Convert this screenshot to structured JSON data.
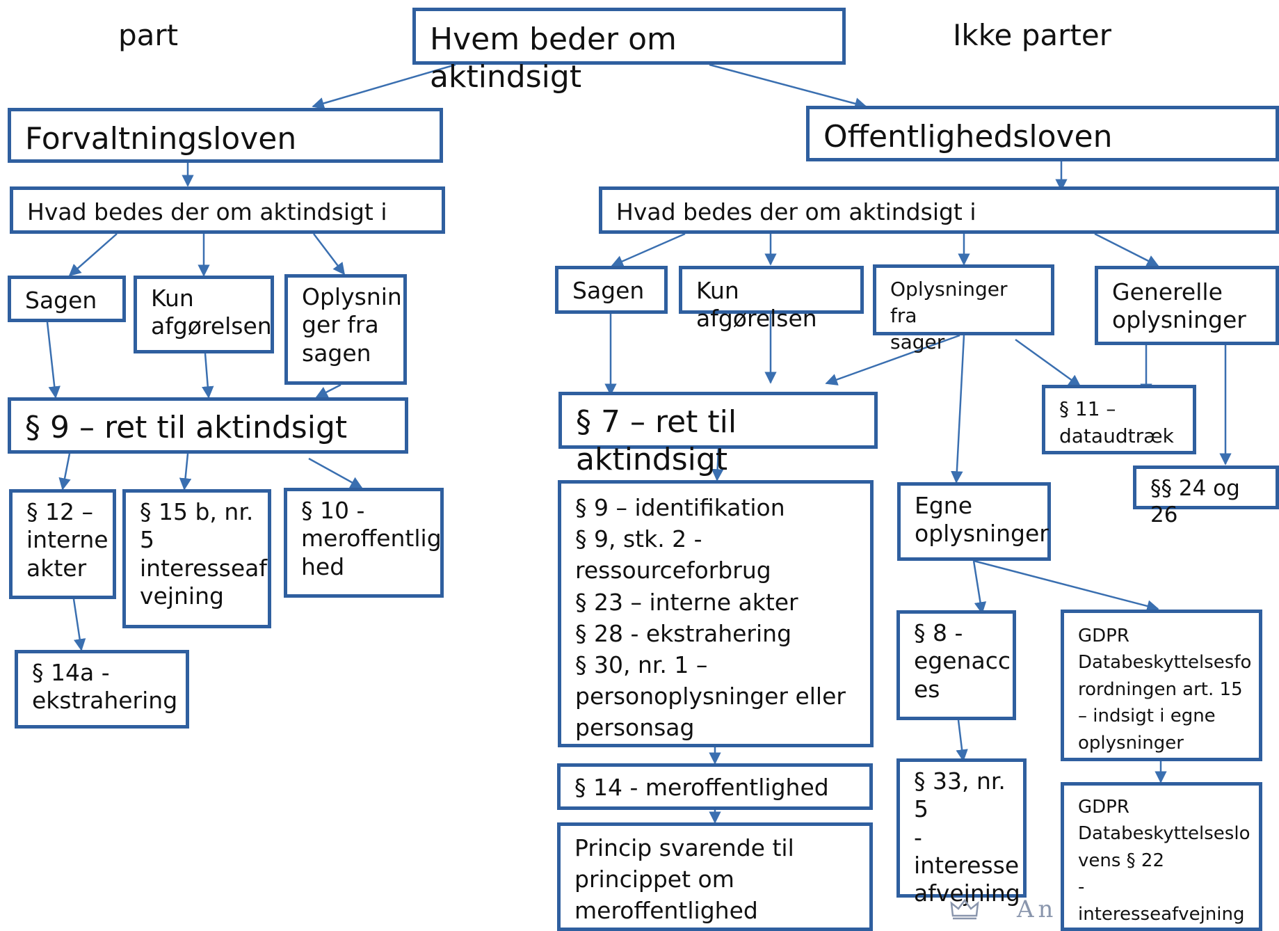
{
  "labels": {
    "left": "part",
    "right": "Ikke parter"
  },
  "root": "Hvem beder om aktindsigt",
  "left": {
    "law": "Forvaltningsloven",
    "question": "Hvad bedes der om aktindsigt i",
    "options": {
      "sagen": "Sagen",
      "kun": "Kun\nafgørelsen",
      "oplysninger": "Oplysnin\nger fra\nsagen"
    },
    "right_section": "§ 9 – ret til aktindsigt",
    "exceptions": {
      "p12": "§ 12 –\ninterne\nakter",
      "p15": "§ 15 b, nr.\n5\ninteresseaf\nvejning",
      "p10": "§ 10 -\nmeroffentlig\nhed"
    },
    "p14a": "§ 14a -\nekstrahering"
  },
  "right": {
    "law": "Offentlighedsloven",
    "question": "Hvad bedes der om aktindsigt i",
    "options": {
      "sagen": "Sagen",
      "kun": "Kun afgørelsen",
      "oplysninger": "Oplysninger fra\nsager",
      "generelle": "Generelle\noplysninger"
    },
    "right_section": "§ 7 – ret til aktindsigt",
    "p11": "§ 11 –\ndataudtræk",
    "p24": "§§ 24 og 26",
    "exceptions_list": "§ 9 – identifikation\n§ 9, stk. 2 -\nressourceforbrug\n§ 23 – interne akter\n§ 28 - ekstrahering\n§ 30, nr. 1 –\npersonoplysninger eller\npersonsag",
    "p14": "§ 14 - meroffentlighed",
    "princip": "Princip svarende til\nprincippet om\nmeroffentlighed",
    "egne": "Egne\noplysninger",
    "p8": "§ 8 -\negenacc\nes",
    "p33": "§ 33, nr. 5\n-\ninteresse\nafvejning",
    "gdpr15": "GDPR\nDatabeskyttelsesfo\nrordningen art. 15\n– indsigt i egne\noplysninger",
    "gdpr22": "GDPR\nDatabeskyttelseslo\nvens § 22\n-\ninteresseafvejning"
  },
  "logo_text": "An",
  "colors": {
    "border": "#2f5f9f",
    "arrow": "#3a6fb0"
  }
}
